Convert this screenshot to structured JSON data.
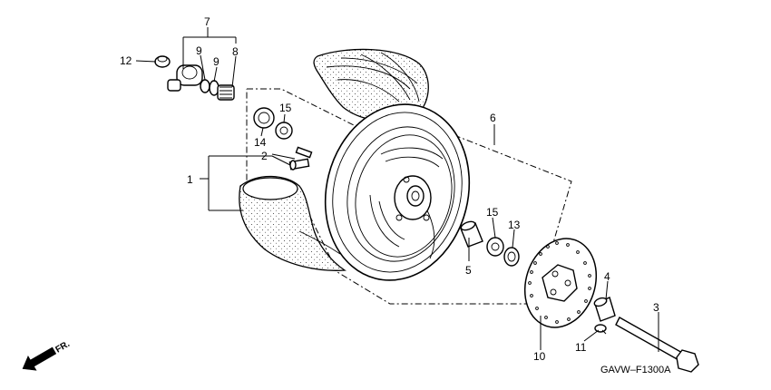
{
  "diagram_code": "GAVW–F1300A",
  "direction_label": "FR.",
  "callouts": [
    "1",
    "2",
    "3",
    "4",
    "5",
    "6",
    "7",
    "8",
    "9",
    "9",
    "10",
    "11",
    "12",
    "13",
    "14",
    "15",
    "15"
  ]
}
